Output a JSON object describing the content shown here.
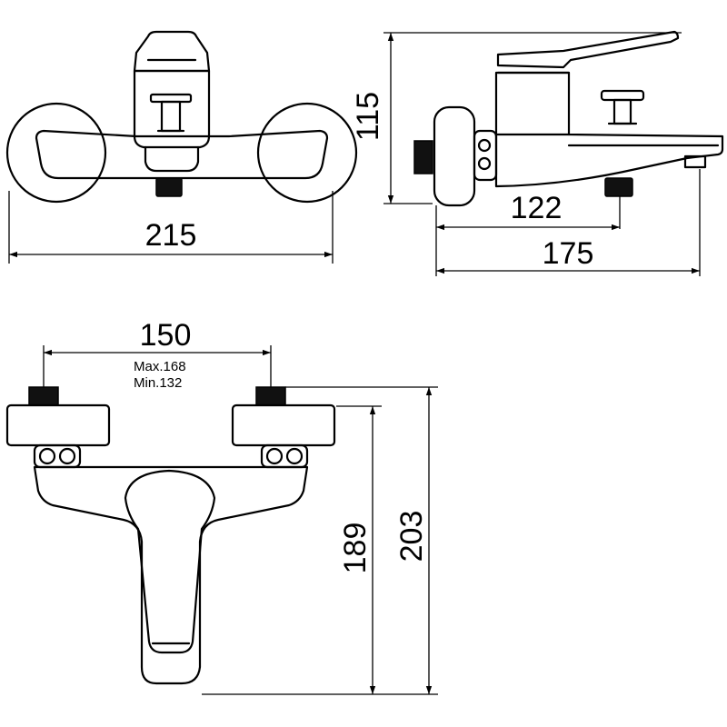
{
  "views": {
    "front_top": {
      "dimensions": {
        "overall_width": "215"
      }
    },
    "side": {
      "dimensions": {
        "height": "115",
        "spout_reach": "122",
        "overall_depth": "175"
      }
    },
    "front_bottom": {
      "dimensions": {
        "inlet_spacing": "150",
        "inlet_spacing_max": "Max.168",
        "inlet_spacing_min": "Min.132",
        "handle_height": "189",
        "overall_height": "203"
      }
    }
  }
}
